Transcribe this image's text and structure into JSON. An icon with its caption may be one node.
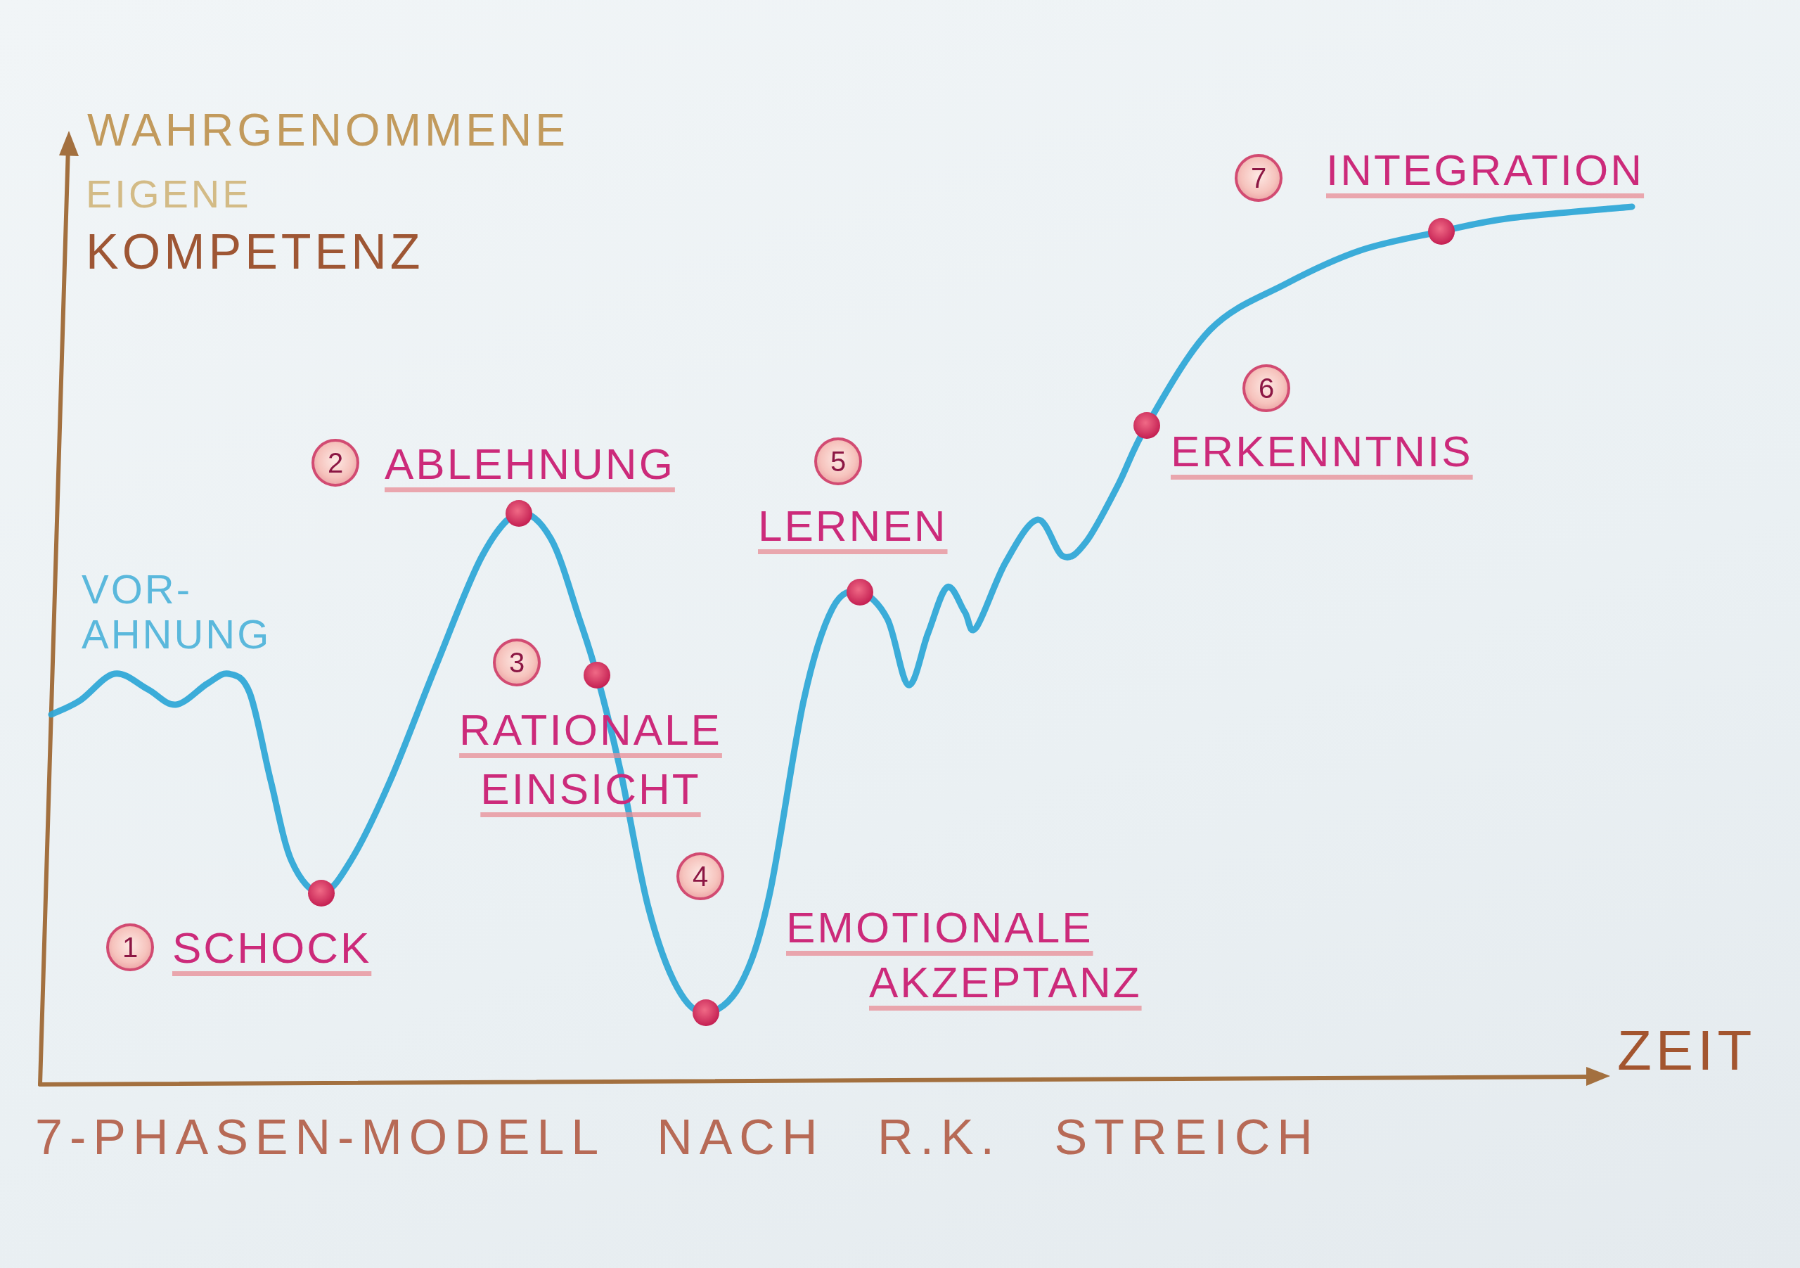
{
  "diagram": {
    "caption": "7-PHASEN-MODELL NACH R.K. STREICH",
    "nodes": [
      {
        "text": [
          "1"
        ],
        "beside": [
          "SCHOCK"
        ]
      },
      {
        "text": [
          "2"
        ],
        "beside": [
          "ABLEHNUNG"
        ]
      },
      {
        "text": [
          "3"
        ],
        "beside": [
          "RATIONALE EINSICHT"
        ]
      },
      {
        "text": [
          "4"
        ],
        "beside": [
          "EMOTIONALE AKZEPTANZ"
        ]
      },
      {
        "text": [
          "5"
        ],
        "beside": [
          "LERNEN"
        ]
      },
      {
        "text": [
          "6"
        ],
        "beside": [
          "ERKENNTNIS"
        ]
      },
      {
        "text": [
          "7"
        ],
        "beside": [
          "INTEGRATION"
        ]
      }
    ],
    "labels": [
      "WAHRGENOMMENE",
      "EIGENE",
      "KOMPETENZ",
      "VOR- AHNUNG",
      "ZEIT"
    ]
  }
}
